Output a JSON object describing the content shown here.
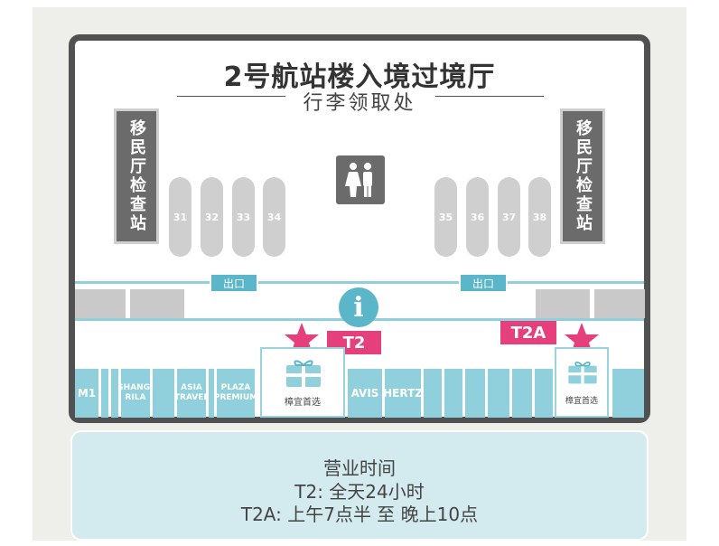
{
  "header": {
    "title": "2号航站楼入境过境厅",
    "subtitle": "行李领取处"
  },
  "immigration": {
    "left_label": "移民厅检查站",
    "right_label": "移民厅检查站"
  },
  "carousels": [
    "31",
    "32",
    "33",
    "34",
    "35",
    "36",
    "37",
    "38"
  ],
  "exits": [
    "出口",
    "出口"
  ],
  "info_symbol": "i",
  "terminal_tags": [
    "T2",
    "T2A"
  ],
  "shops": [
    "樟宜首选",
    "樟宜首选"
  ],
  "stores": {
    "m1": "M1",
    "shangrila": "SHANG-RILA",
    "asia_travel": "ASIA TRAVEL",
    "plaza_premium": "PLAZA PREMIUM",
    "avis": "AVIS",
    "hertz": "HERTZ"
  },
  "hours": {
    "heading": "营业时间",
    "t2_line": "T2:  全天24小时",
    "t2a_line": "T2A: 上午7点半 至 晚上10点"
  },
  "colors": {
    "frame": "#515151",
    "teal": "#8fd0dc",
    "teal_dark": "#5cb6c9",
    "pink": "#e6407c",
    "grey_block": "#6b6b6b",
    "light_grey": "#cfcfcf",
    "hours_bg": "#d3eaee"
  }
}
